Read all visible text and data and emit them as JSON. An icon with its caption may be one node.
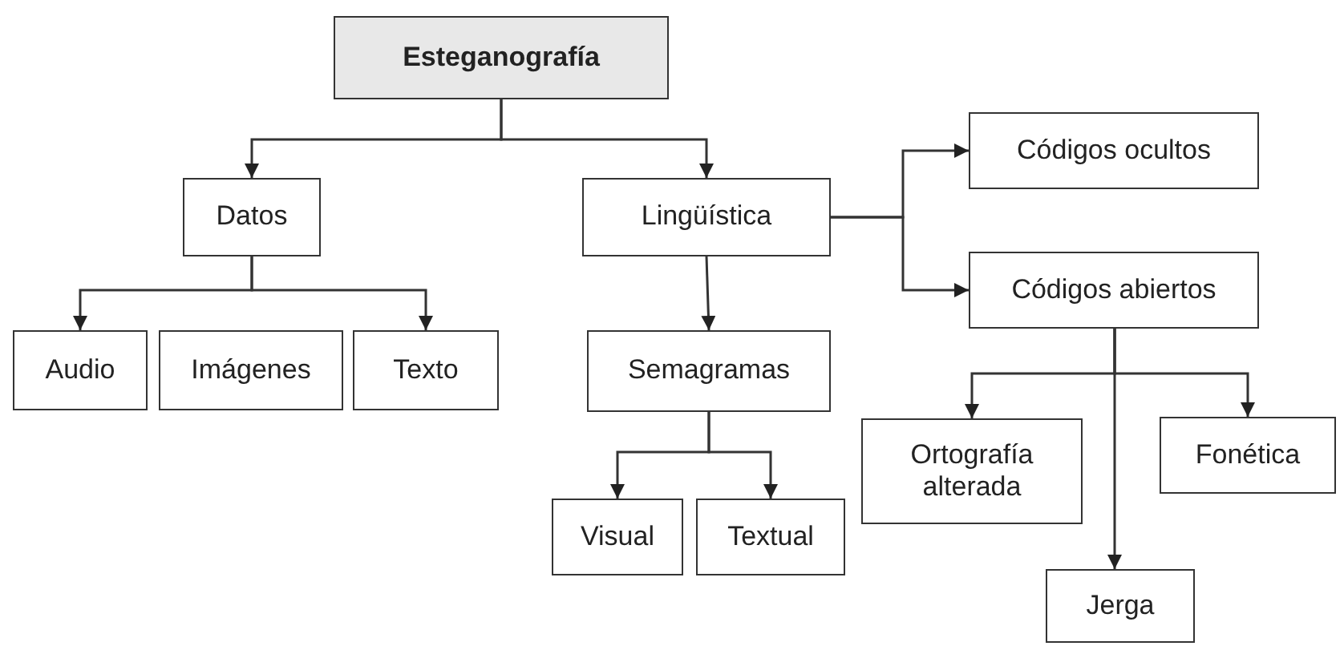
{
  "diagram": {
    "nodes": [
      {
        "text": [
          "Esteganografía"
        ]
      },
      {
        "text": [
          "Datos"
        ]
      },
      {
        "text": [
          "Lingüística"
        ]
      },
      {
        "text": [
          "Códigos ocultos"
        ]
      },
      {
        "text": [
          "Códigos abiertos"
        ]
      },
      {
        "text": [
          "Audio"
        ]
      },
      {
        "text": [
          "Imágenes"
        ]
      },
      {
        "text": [
          "Texto"
        ]
      },
      {
        "text": [
          "Semagramas"
        ]
      },
      {
        "text": [
          "Ortografía alterada"
        ]
      },
      {
        "text": [
          "Fonética"
        ]
      },
      {
        "text": [
          "Visual"
        ]
      },
      {
        "text": [
          "Textual"
        ]
      },
      {
        "text": [
          "Jerga"
        ]
      }
    ],
    "edges": [
      {
        "from": 0,
        "to": 1,
        "arrow": "to"
      },
      {
        "from": 0,
        "to": 2,
        "arrow": "to"
      },
      {
        "from": 1,
        "to": 5,
        "arrow": "to"
      },
      {
        "from": 1,
        "to": 7,
        "arrow": "to"
      },
      {
        "from": 2,
        "to": 8,
        "arrow": "to"
      },
      {
        "from": 2,
        "to": 3,
        "arrow": "to"
      },
      {
        "from": 2,
        "to": 4,
        "arrow": "to"
      },
      {
        "from": 4,
        "to": 9,
        "arrow": "to"
      },
      {
        "from": 4,
        "to": 10,
        "arrow": "to"
      },
      {
        "from": 4,
        "to": 13,
        "arrow": "to"
      },
      {
        "from": 8,
        "to": 11,
        "arrow": "to"
      },
      {
        "from": 8,
        "to": 12,
        "arrow": "to"
      }
    ]
  }
}
